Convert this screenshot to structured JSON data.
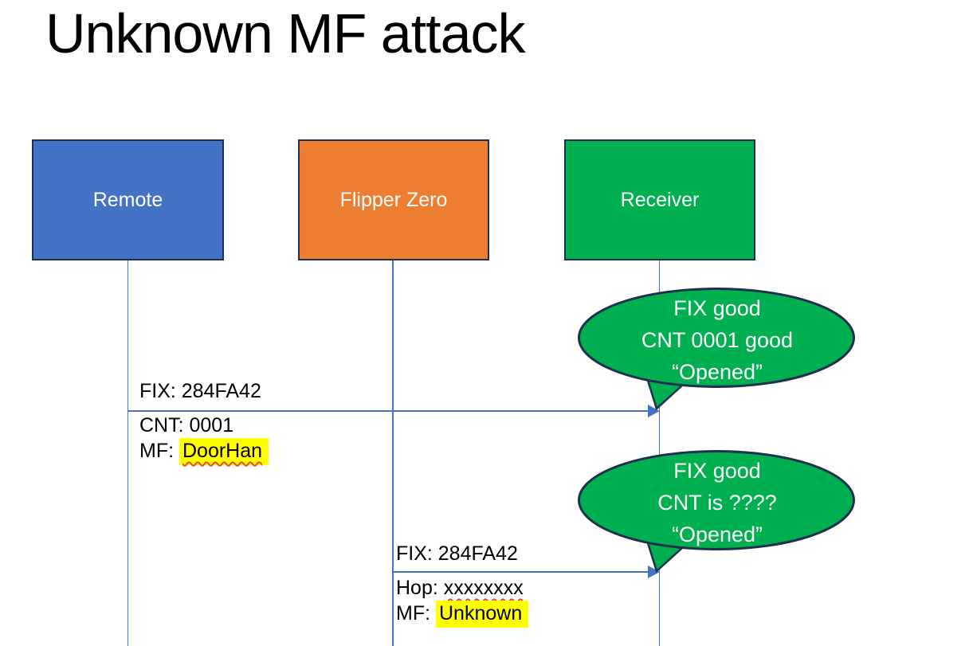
{
  "title": "Unknown MF attack",
  "actors": {
    "remote": "Remote",
    "flipper": "Flipper Zero",
    "receiver": "Receiver"
  },
  "messages": {
    "msg1": {
      "line1": "FIX: 284FA42",
      "line2": "CNT: 0001",
      "line3_prefix": "MF: ",
      "line3_highlighted": "DoorHan"
    },
    "msg2": {
      "line1": "FIX: 284FA42",
      "line2_prefix": "Hop: ",
      "line2_misspelled": "xxxxxxxx",
      "line3_prefix": "MF: ",
      "line3_highlighted": "Unknown"
    }
  },
  "callouts": {
    "callout1": {
      "line1": "FIX good",
      "line2": "CNT 0001 good",
      "line3": "“Opened”"
    },
    "callout2": {
      "line1": "FIX good",
      "line2": "CNT is ????",
      "line3": "“Opened”"
    }
  },
  "colors": {
    "remote_fill": "#4472C4",
    "flipper_fill": "#ED7D31",
    "receiver_fill": "#00B050",
    "callout_fill": "#00B050",
    "shape_border": "#1E2F4F",
    "connector": "#4472C4",
    "highlight": "#FFFF00",
    "spellcheck_underline": "#E8442C",
    "text_dark": "#000000",
    "text_light": "#FFFFFF"
  }
}
